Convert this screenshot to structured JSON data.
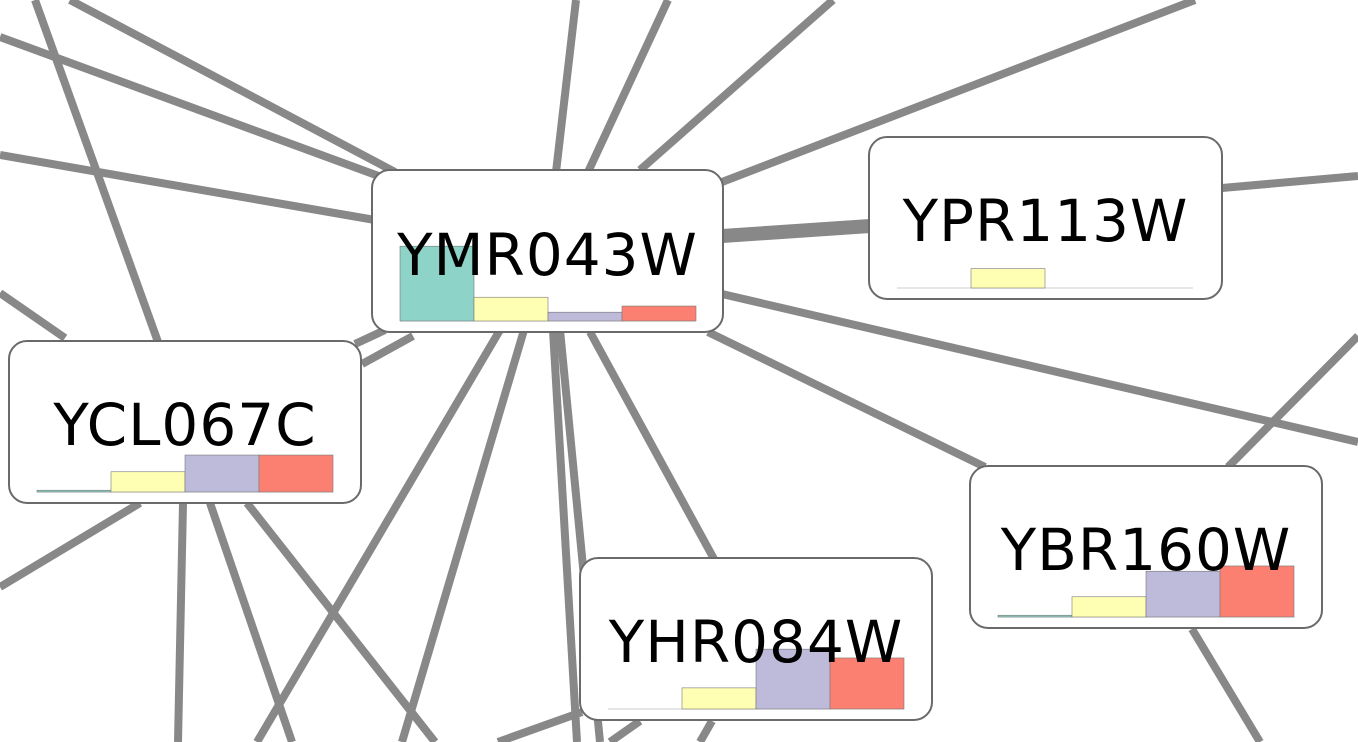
{
  "network": {
    "nodes": [
      {
        "id": "YMR043W",
        "label": "YMR043W",
        "bars": [
          0.85,
          0.27,
          0.1,
          0.17
        ]
      },
      {
        "id": "YPR113W",
        "label": "YPR113W",
        "bars": [
          0.0,
          0.22,
          0.0,
          0.0
        ]
      },
      {
        "id": "YCL067C",
        "label": "YCL067C",
        "bars": [
          0.02,
          0.23,
          0.42,
          0.42
        ]
      },
      {
        "id": "YBR160W",
        "label": "YBR160W",
        "bars": [
          0.02,
          0.23,
          0.52,
          0.58
        ]
      },
      {
        "id": "YHR084W",
        "label": "YHR084W",
        "bars": [
          0.0,
          0.24,
          0.68,
          0.58
        ]
      }
    ],
    "edges": [
      {
        "source": "YMR043W",
        "target": "YPR113W",
        "weight": "strong"
      },
      {
        "source": "YMR043W",
        "target": "YCL067C",
        "weight": "normal"
      },
      {
        "source": "YMR043W",
        "target": "YBR160W",
        "weight": "normal"
      },
      {
        "source": "YMR043W",
        "target": "YHR084W",
        "weight": "normal"
      }
    ],
    "bar_colors": [
      "#8dd3c7",
      "#ffffb3",
      "#bebada",
      "#fb8072"
    ]
  }
}
